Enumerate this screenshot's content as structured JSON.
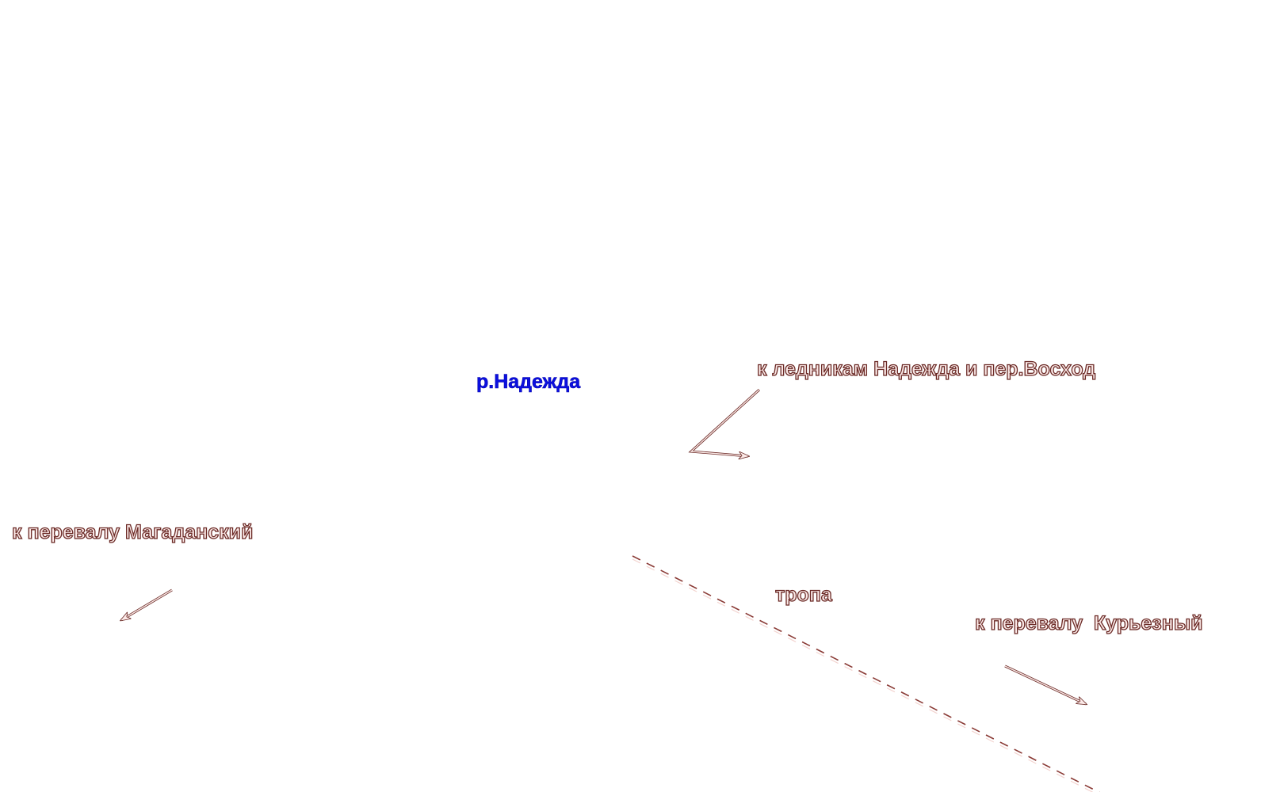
{
  "map": {
    "labels": {
      "river_nadezhda": "р.Надежда",
      "to_glaciers": "к ледникам Надежда и пер.Восход",
      "to_pass_magadansky": "к перевалу Магаданский",
      "trail": "тропа",
      "to_pass_kuryozny": "к перевалу  Курьезный"
    },
    "colors": {
      "river_text": "#0b0fe0",
      "annotation_fill": "#fbe9e7",
      "annotation_outline": "#6b2a26",
      "trail_line": "#8a3a35",
      "background": "#ffffff"
    },
    "icons": {
      "direction_arrows": "arrow-icon",
      "trail_line": "dashed-line"
    }
  }
}
